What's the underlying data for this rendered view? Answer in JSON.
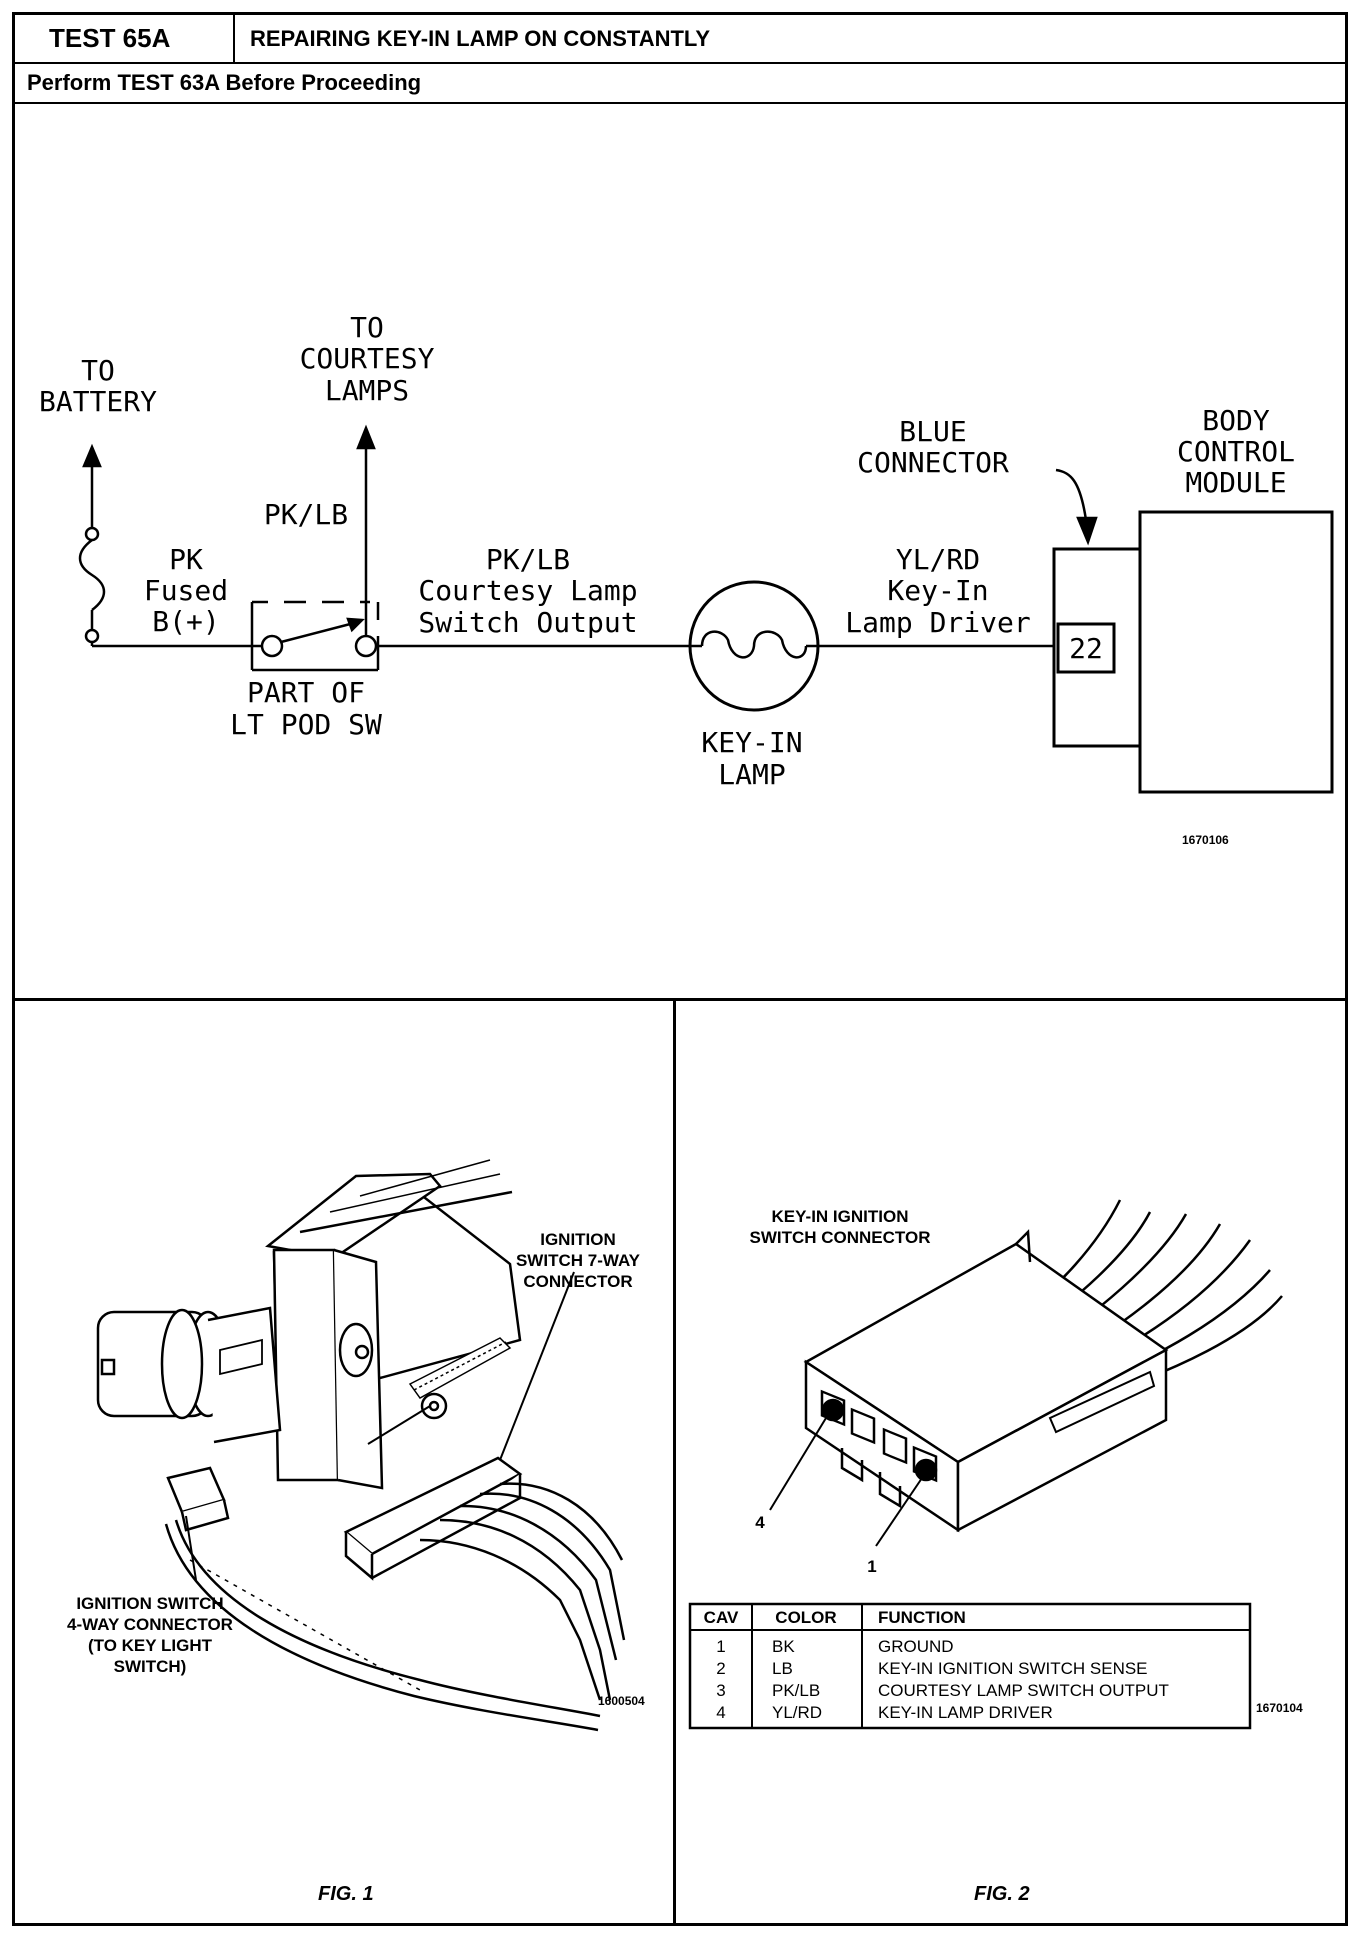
{
  "header": {
    "test_id": "TEST 65A",
    "title": "REPAIRING KEY-IN LAMP ON CONSTANTLY"
  },
  "subheader": "Perform TEST 63A Before Proceeding",
  "schematic": {
    "to_battery": [
      "TO",
      "BATTERY"
    ],
    "to_courtesy": [
      "TO",
      "COURTESY",
      "LAMPS"
    ],
    "pk_lb_vertical": "PK/LB",
    "pk_fused": [
      "PK",
      "Fused",
      "B(+)"
    ],
    "part_of": [
      "PART OF",
      "LT POD SW"
    ],
    "courtesy_wire": [
      "PK/LB",
      "Courtesy Lamp",
      "Switch Output"
    ],
    "key_in_lamp": [
      "KEY-IN",
      "LAMP"
    ],
    "driver_wire": [
      "YL/RD",
      "Key-In",
      "Lamp Driver"
    ],
    "blue_connector": [
      "BLUE",
      "CONNECTOR"
    ],
    "bcm": [
      "BODY",
      "CONTROL",
      "MODULE"
    ],
    "pin": "22",
    "ref_number": "1670106"
  },
  "fig1": {
    "label_7way": [
      "IGNITION",
      "SWITCH 7-WAY",
      "CONNECTOR"
    ],
    "label_4way": [
      "IGNITION SWITCH",
      "4-WAY CONNECTOR",
      "(TO KEY LIGHT",
      "SWITCH)"
    ],
    "ref_number": "1600504",
    "caption": "FIG. 1"
  },
  "fig2": {
    "connector_label": [
      "KEY-IN IGNITION",
      "SWITCH CONNECTOR"
    ],
    "pin_4": "4",
    "pin_1": "1",
    "table": {
      "headers": [
        "CAV",
        "COLOR",
        "FUNCTION"
      ],
      "rows": [
        [
          "1",
          "BK",
          "GROUND"
        ],
        [
          "2",
          "LB",
          "KEY-IN IGNITION SWITCH SENSE"
        ],
        [
          "3",
          "PK/LB",
          "COURTESY LAMP SWITCH OUTPUT"
        ],
        [
          "4",
          "YL/RD",
          "KEY-IN LAMP DRIVER"
        ]
      ]
    },
    "ref_number": "1670104",
    "caption": "FIG. 2"
  }
}
